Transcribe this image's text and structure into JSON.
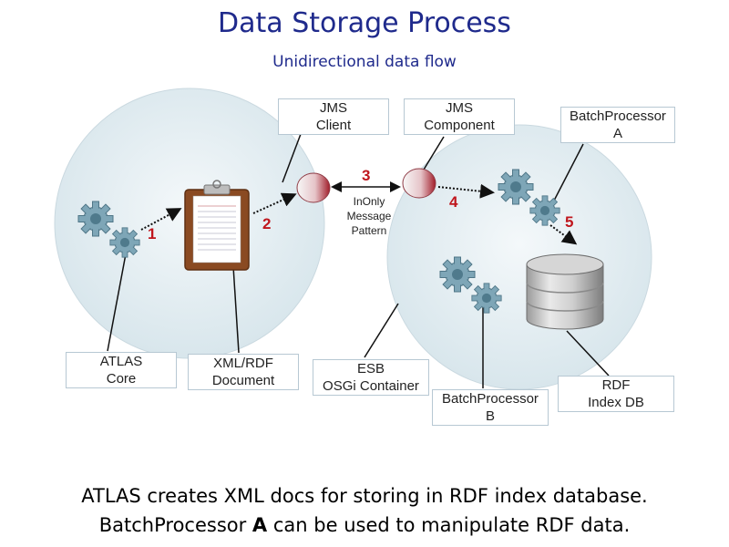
{
  "slide": {
    "title": "Data Storage Process",
    "subtitle": "Unidirectional data flow"
  },
  "labels": {
    "jms_client": [
      "JMS",
      "Client"
    ],
    "jms_component": [
      "JMS",
      "Component"
    ],
    "batch_a": [
      "BatchProcessor",
      "A"
    ],
    "atlas_core": [
      "ATLAS",
      "Core"
    ],
    "xml_rdf": [
      "XML/RDF",
      "Document"
    ],
    "esb": [
      "ESB",
      "OSGi Container"
    ],
    "batch_b": [
      "BatchProcessor",
      "B"
    ],
    "rdf_db": [
      "RDF",
      "Index DB"
    ]
  },
  "steps": {
    "s1": "1",
    "s2": "2",
    "s3": "3",
    "s4": "4",
    "s5": "5"
  },
  "pattern": [
    "InOnly",
    "Message",
    "Pattern"
  ],
  "caption": {
    "line1": "ATLAS creates XML docs for storing in RDF index database.",
    "line2_pre": "BatchProcessor ",
    "line2_bold": "A",
    "line2_post": " can be used to manipulate RDF data."
  },
  "colors": {
    "title": "#1f2a8c",
    "step_number": "#c0161d",
    "circle_fill": "#e3edf1",
    "gear": "#6f98aa"
  }
}
